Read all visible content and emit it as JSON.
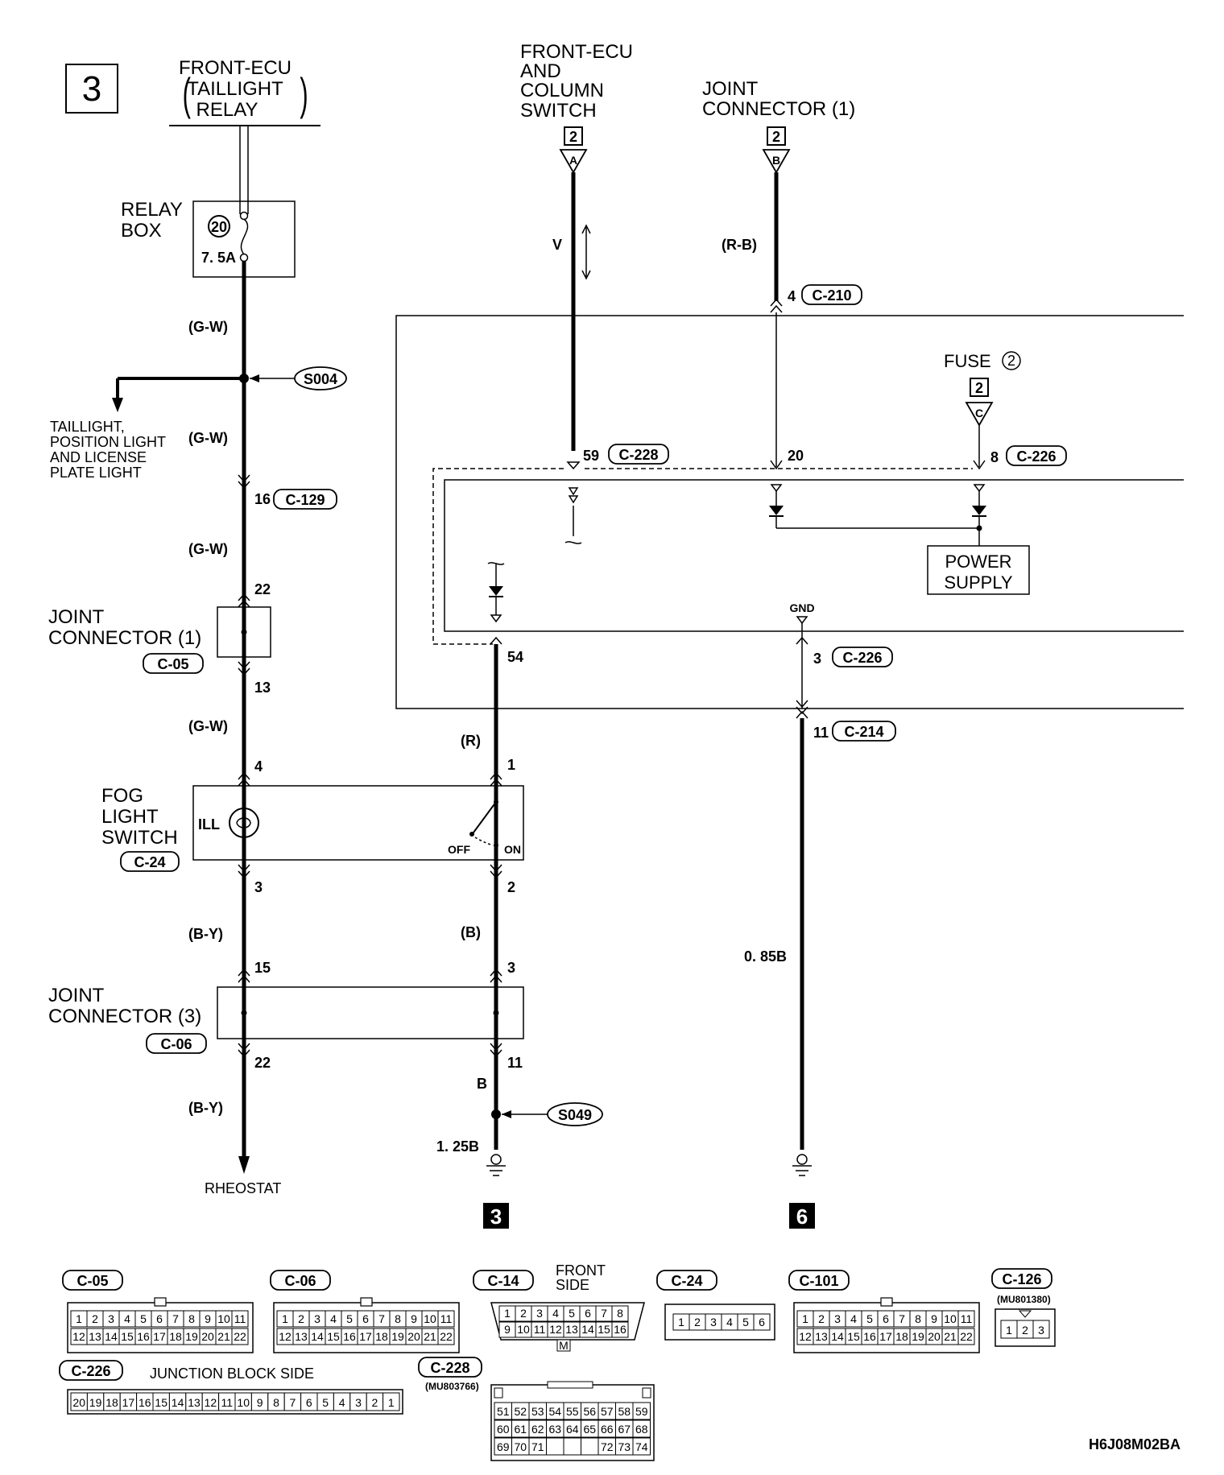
{
  "page_number": "3",
  "diagram_code": "H6J08M02BA",
  "labels": {
    "front_ecu_taillight_l1": "FRONT-ECU",
    "front_ecu_taillight_l2": "TAILLIGHT",
    "front_ecu_taillight_l3": "RELAY",
    "front_ecu_column_l1": "FRONT-ECU",
    "front_ecu_column_l2": "AND",
    "front_ecu_column_l3": "COLUMN",
    "front_ecu_column_l4": "SWITCH",
    "joint_connector_top_l1": "JOINT",
    "joint_connector_top_l2": "CONNECTOR (1)",
    "relay_box_l1": "RELAY",
    "relay_box_l2": "BOX",
    "fuse_number": "20",
    "fuse_rating": "7. 5A",
    "taillight_l1": "TAILLIGHT,",
    "taillight_l2": "POSITION LIGHT",
    "taillight_l3": "AND LICENSE",
    "taillight_l4": "PLATE LIGHT",
    "joint1_l1": "JOINT",
    "joint1_l2": "CONNECTOR (1)",
    "joint3_l1": "JOINT",
    "joint3_l2": "CONNECTOR (3)",
    "fog_l1": "FOG",
    "fog_l2": "LIGHT",
    "fog_l3": "SWITCH",
    "ill": "ILL",
    "off": "OFF",
    "on": "ON",
    "fuse2_label": "FUSE",
    "fuse2_num": "2",
    "power_l1": "POWER",
    "power_l2": "SUPPLY",
    "gnd": "GND",
    "rheostat": "RHEOSTAT",
    "junction_block_side": "JUNCTION BLOCK SIDE",
    "front_side_l1": "FRONT",
    "front_side_l2": "SIDE"
  },
  "connectors": {
    "c05": "C-05",
    "c06": "C-06",
    "c14": "C-14",
    "c24": "C-24",
    "c101": "C-101",
    "c126": "C-126",
    "c126_part": "(MU801380)",
    "c129": "C-129",
    "c210": "C-210",
    "c214": "C-214",
    "c226": "C-226",
    "c228": "C-228",
    "c228_part": "(MU803766)"
  },
  "splices": {
    "s004": "S004",
    "s049": "S049"
  },
  "continuation": {
    "a": "A",
    "b": "B",
    "c": "C",
    "page": "2"
  },
  "grounds": {
    "g3": "3",
    "g6": "6"
  },
  "wire_colors": {
    "gw": "(G-W)",
    "by": "(B-Y)",
    "v": "V",
    "rb": "(R-B)",
    "r": "(R)",
    "b_paren": "(B)",
    "b": "B",
    "b125": "1. 25B",
    "b085": "0. 85B"
  },
  "pins": {
    "p16": "16",
    "p22a": "22",
    "p13": "13",
    "p4a": "4",
    "p3a": "3",
    "p15": "15",
    "p22b": "22",
    "p59": "59",
    "p54": "54",
    "p1": "1",
    "p2": "2",
    "p3b": "3",
    "p11a": "11",
    "p4b": "4",
    "p20": "20",
    "p8": "8",
    "p3c": "3",
    "p11b": "11"
  },
  "connector_faces": {
    "c05_row1": [
      "1",
      "2",
      "3",
      "4",
      "5",
      "6",
      "7",
      "8",
      "9",
      "10",
      "11"
    ],
    "c05_row2": [
      "12",
      "13",
      "14",
      "15",
      "16",
      "17",
      "18",
      "19",
      "20",
      "21",
      "22"
    ],
    "c14_row1": [
      "1",
      "2",
      "3",
      "4",
      "5",
      "6",
      "7",
      "8"
    ],
    "c14_row2": [
      "9",
      "10",
      "11",
      "12",
      "13",
      "14",
      "15",
      "16"
    ],
    "c14_key": "M",
    "c24_row": [
      "1",
      "2",
      "3",
      "4",
      "5",
      "6"
    ],
    "c126_row": [
      "1",
      "2",
      "3"
    ],
    "c226_row": [
      "20",
      "19",
      "18",
      "17",
      "16",
      "15",
      "14",
      "13",
      "12",
      "11",
      "10",
      "9",
      "8",
      "7",
      "6",
      "5",
      "4",
      "3",
      "2",
      "1"
    ],
    "c228_row1": [
      "51",
      "52",
      "53",
      "54",
      "55",
      "56",
      "57",
      "58",
      "59"
    ],
    "c228_row2": [
      "60",
      "61",
      "62",
      "63",
      "64",
      "65",
      "66",
      "67",
      "68"
    ],
    "c228_row3": [
      "69",
      "70",
      "71",
      "",
      "",
      "",
      "72",
      "73",
      "74"
    ]
  }
}
